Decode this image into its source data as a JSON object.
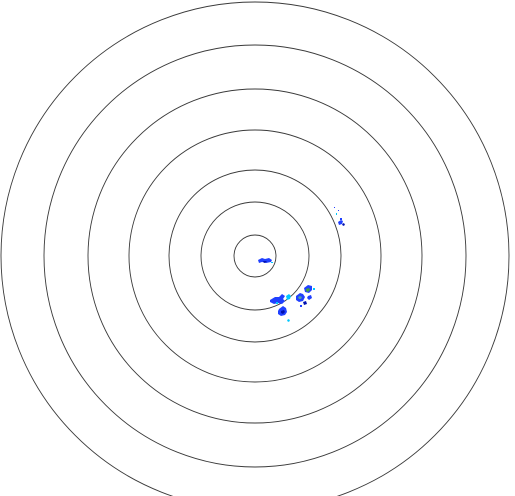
{
  "radar": {
    "range_ring_count": 7,
    "ring_color": "#3a3a3a",
    "background_color": "#ffffff",
    "echo_colors": {
      "light": "#00c8ff",
      "moderate": "#2040ff",
      "heavy": "#0010b0",
      "teal": "#50a0a0",
      "green": "#40a040"
    },
    "echo_clusters": [
      {
        "name": "center-echo"
      },
      {
        "name": "southeast-echo-main"
      },
      {
        "name": "southeast-echo-east"
      },
      {
        "name": "east-echo-small"
      }
    ]
  }
}
